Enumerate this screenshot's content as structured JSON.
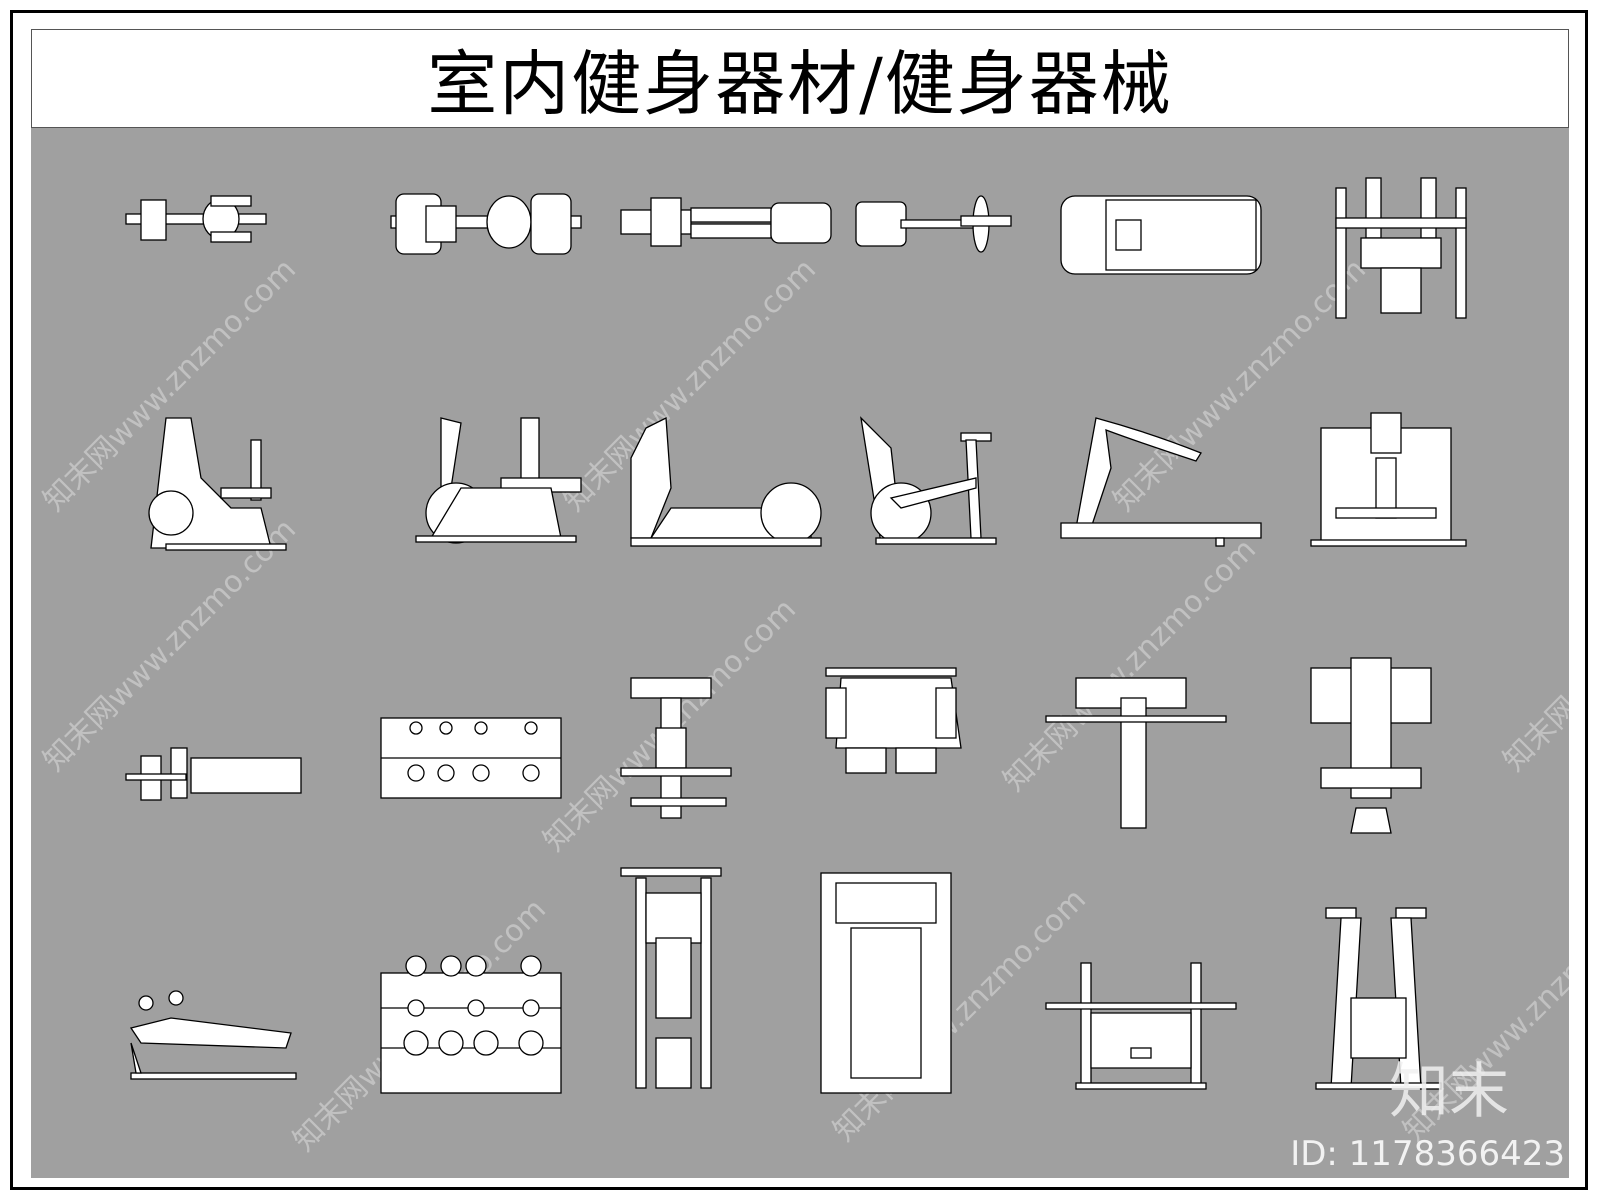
{
  "title": "室内健身器材/健身器械",
  "watermark": {
    "text": "知末网www.znzmo.com",
    "logo": "知末"
  },
  "id_label": "ID: 1178366423",
  "colors": {
    "background": "#a0a0a0",
    "drawing_fill": "#ffffff",
    "line": "#000000"
  }
}
